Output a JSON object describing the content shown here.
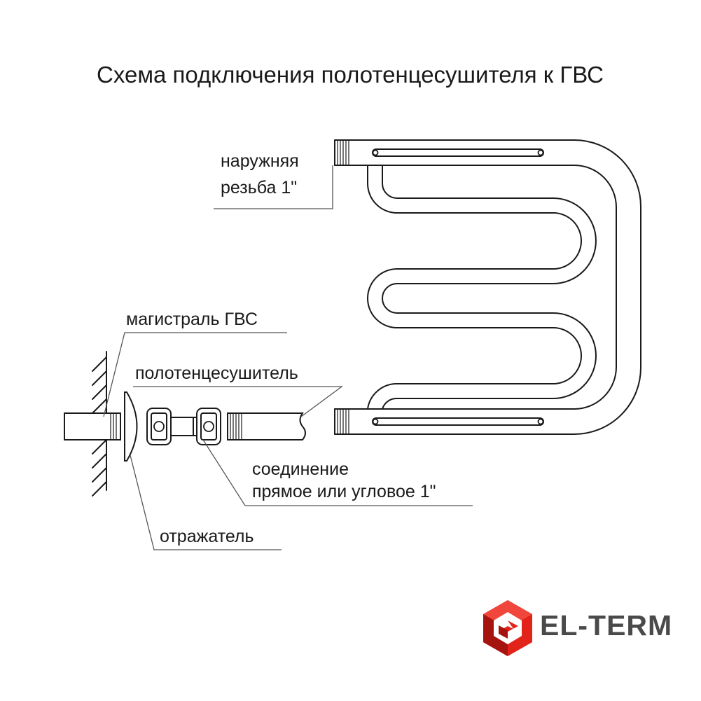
{
  "title": "Схема подключения полотенцесушителя к ГВС",
  "labels": {
    "thread_line1": "наружняя",
    "thread_line2": "резьба 1\"",
    "main_line": "магистраль ГВС",
    "towel_dryer": "полотенцесушитель",
    "connection_line1": "соединение",
    "connection_line2": "прямое или угловое 1\"",
    "reflector": "отражатель"
  },
  "logo": {
    "text": "EL-TERM",
    "icon": "el-term-cube-logo-icon",
    "colors": {
      "red": "#e2231a",
      "dark_red": "#a5140f",
      "text": "#4a4a4a"
    }
  },
  "colors": {
    "line": "#1a1a1a",
    "leader": "#555555",
    "background": "#ffffff"
  }
}
